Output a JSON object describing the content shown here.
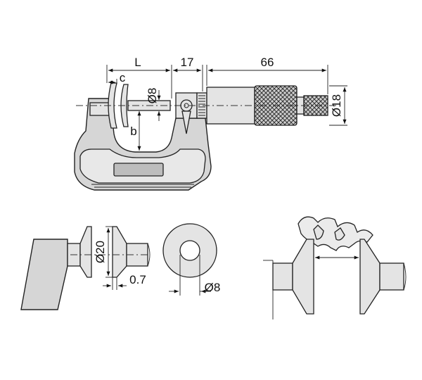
{
  "dimensions": {
    "L": "L",
    "c": "c",
    "d8_top": "Ø8",
    "b": "b",
    "d17": "17",
    "d66": "66",
    "d18": "Ø18",
    "d20": "Ø20",
    "d07": "0.7",
    "d8_bottom": "Ø8"
  },
  "colors": {
    "body_fill": "#d6d6d6",
    "outline": "#222222",
    "knurl": "#444444"
  }
}
